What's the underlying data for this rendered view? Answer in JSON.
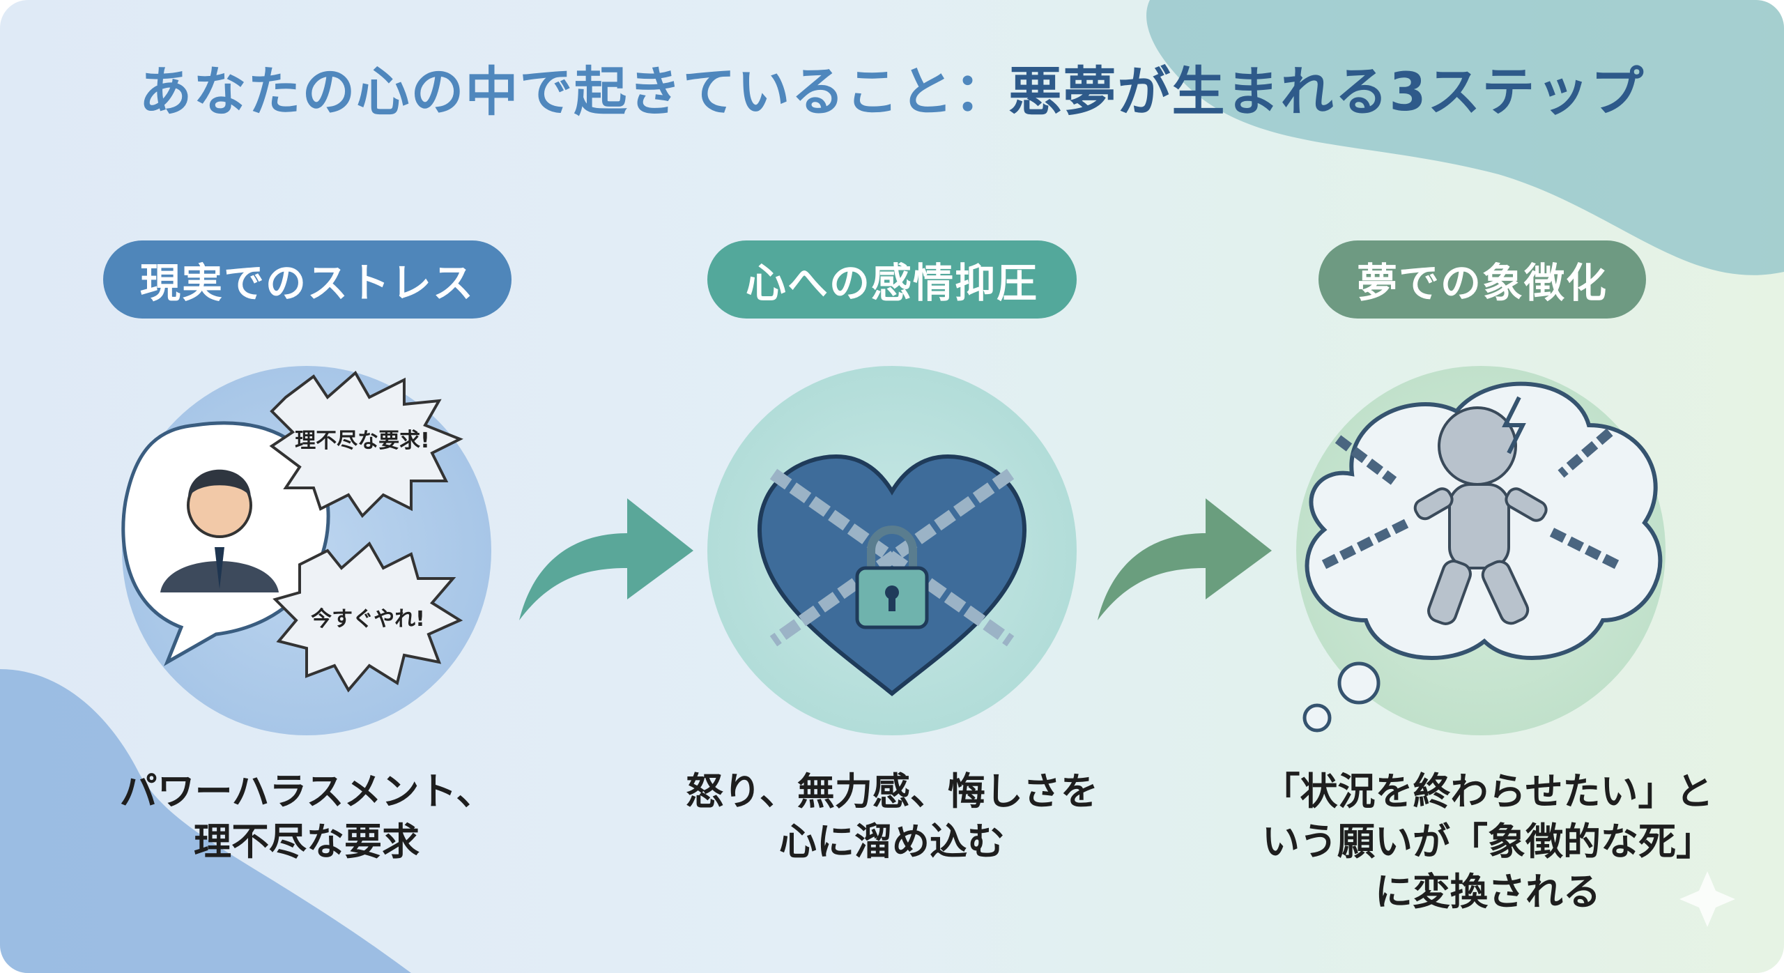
{
  "title": {
    "part1": "あなたの心の中で起きていること：",
    "part2": "悪夢が生まれる3ステップ"
  },
  "steps": [
    {
      "label": "現実でのストレス",
      "description_lines": [
        "パワーハラスメント、",
        "理不尽な要求"
      ],
      "speech_bubbles": [
        "理不尽な要求!",
        "今すぐやれ!"
      ],
      "color": "#4f86ba"
    },
    {
      "label": "心への感情抑圧",
      "description_lines": [
        "怒り、無力感、悔しさを",
        "心に溜め込む"
      ],
      "color": "#53a89b"
    },
    {
      "label": "夢での象徴化",
      "description_lines": [
        "「状況を終わらせたい」と",
        "いう願いが「象徴的な死」",
        "に変換される"
      ],
      "color": "#6e9a82"
    }
  ]
}
